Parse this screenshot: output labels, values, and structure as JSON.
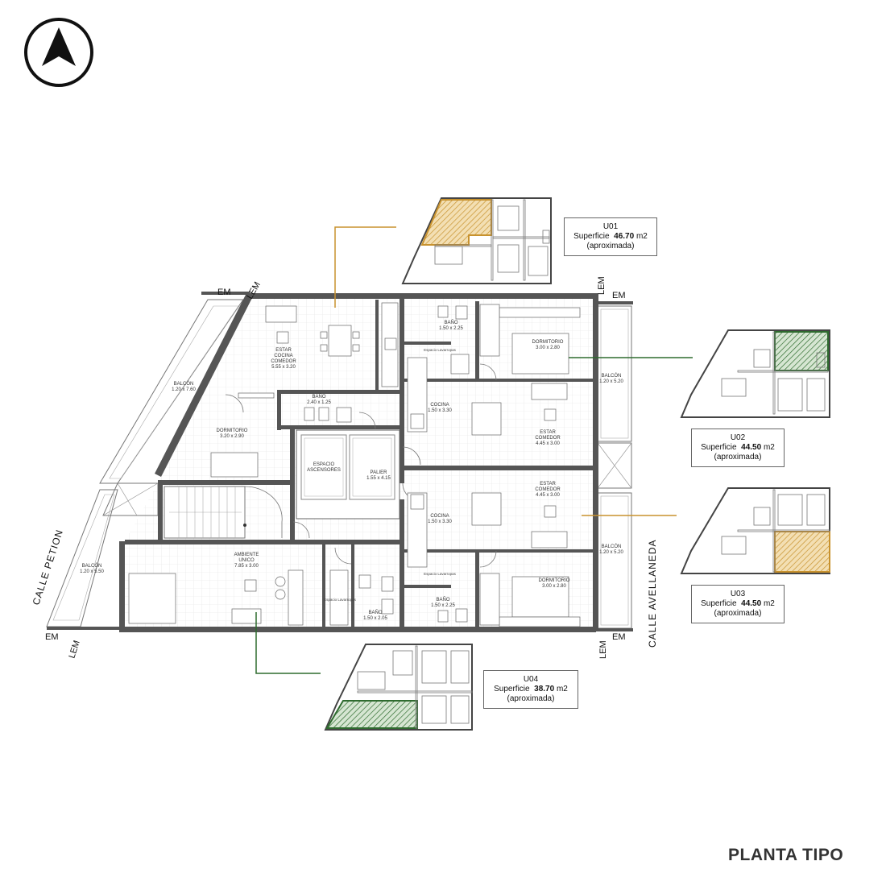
{
  "title": "PLANTA TIPO",
  "streets": {
    "left": "CALLE PETION",
    "right": "CALLE AVELLANEDA"
  },
  "markers": {
    "em": "EM",
    "lem": "LEM"
  },
  "rooms": [
    {
      "id": "estar-u01",
      "lines": [
        "ESTAR",
        "COCINA",
        "COMEDOR",
        "5.55 x 3.20"
      ]
    },
    {
      "id": "balcon-left-top",
      "lines": [
        "BALCÓN",
        "1.20 x 7.60"
      ]
    },
    {
      "id": "bano-u01",
      "lines": [
        "BAÑO",
        "2.40 x 1.25"
      ]
    },
    {
      "id": "dormitorio-u01",
      "lines": [
        "DORMITORIO",
        "3.20 x 2.90"
      ]
    },
    {
      "id": "ascensores",
      "lines": [
        "ESPACIO",
        "ASCENSORES"
      ]
    },
    {
      "id": "palier",
      "lines": [
        "PALIER",
        "1.55 x 4.15"
      ]
    },
    {
      "id": "bano-u02",
      "lines": [
        "BAÑO",
        "1.50 x 2.25"
      ]
    },
    {
      "id": "dormitorio-u02",
      "lines": [
        "DORMITORIO",
        "3.00 x 2.80"
      ]
    },
    {
      "id": "balcon-right-top",
      "lines": [
        "BALCÓN",
        "1.20 x 5.20"
      ]
    },
    {
      "id": "cocina-u02",
      "lines": [
        "COCINA",
        "1.50 x 3.30"
      ]
    },
    {
      "id": "estar-u02",
      "lines": [
        "ESTAR",
        "COMEDOR",
        "4.45 x 3.00"
      ]
    },
    {
      "id": "estar-u03",
      "lines": [
        "ESTAR",
        "COMEDOR",
        "4.45 x 3.00"
      ]
    },
    {
      "id": "cocina-u03",
      "lines": [
        "COCINA",
        "1.50 x 3.30"
      ]
    },
    {
      "id": "balcon-right-bottom",
      "lines": [
        "BALCÓN",
        "1.20 x 5.20"
      ]
    },
    {
      "id": "dormitorio-u03",
      "lines": [
        "DORMITORIO",
        "3.00 x 2.80"
      ]
    },
    {
      "id": "bano-u03",
      "lines": [
        "BAÑO",
        "1.50 x 2.25"
      ]
    },
    {
      "id": "bano-u04",
      "lines": [
        "BAÑO",
        "1.50 x 2.05"
      ]
    },
    {
      "id": "ambiente-u04",
      "lines": [
        "AMBIENTE",
        "UNICO",
        "7.85 x 3.00"
      ]
    },
    {
      "id": "balcon-left-bottom",
      "lines": [
        "BALCÓN",
        "1.20 x 5.50"
      ]
    }
  ],
  "fixture_labels": {
    "laundry": "Espacio Lavarropas"
  },
  "units": [
    {
      "code": "U01",
      "label": "Superficie",
      "area": "46.70",
      "unit": "m2",
      "note": "(aproximada)",
      "color": "#c8922e"
    },
    {
      "code": "U02",
      "label": "Superficie",
      "area": "44.50",
      "unit": "m2",
      "note": "(aproximada)",
      "color": "#2f6b2f"
    },
    {
      "code": "U03",
      "label": "Superficie",
      "area": "44.50",
      "unit": "m2",
      "note": "(aproximada)",
      "color": "#c8922e"
    },
    {
      "code": "U04",
      "label": "Superficie",
      "area": "38.70",
      "unit": "m2",
      "note": "(aproximada)",
      "color": "#2f6b2f"
    }
  ],
  "icons": {
    "north": "north-arrow-icon"
  }
}
